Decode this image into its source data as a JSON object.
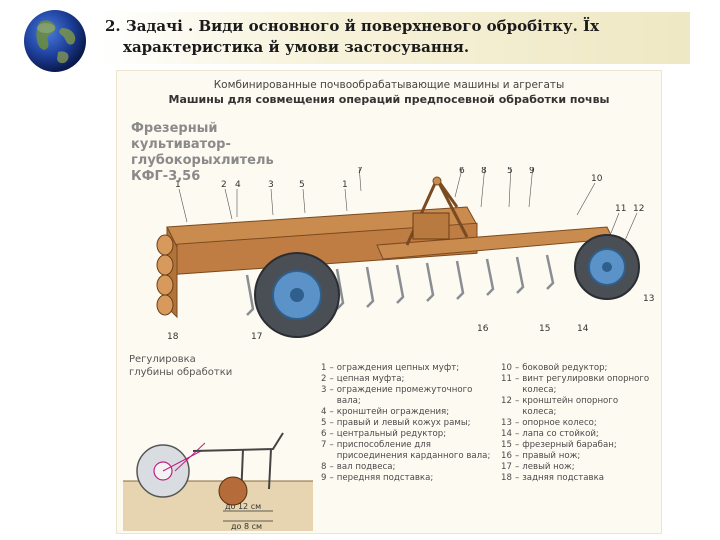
{
  "title": {
    "line1": "2. Задачі . Види основного й поверхневого обробітку. Їх",
    "line2": "характеристика й умови застосування."
  },
  "figure": {
    "header_line1": "Комбинированные почвообрабатывающие машины и агрегаты",
    "header_line2": "Машины для совмещения операций предпосевной обработки почвы",
    "machine_name": [
      "Фрезерный",
      "культиватор-глубокорыхлитель",
      "КФГ-3,56"
    ],
    "callouts_top": [
      "1",
      "2",
      "4",
      "3",
      "5",
      "1",
      "7",
      "6",
      "8",
      "5",
      "9",
      "10",
      "11",
      "12"
    ],
    "callouts_bottom": [
      "18",
      "17",
      "16",
      "15",
      "14",
      "13"
    ],
    "depth_title": [
      "Регулировка",
      "глубины обработки"
    ],
    "depth_labels": [
      "до 12 см",
      "до 8 см"
    ],
    "legend_left": [
      {
        "num": "1",
        "text": "ограждения цепных муфт;"
      },
      {
        "num": "2",
        "text": "цепная муфта;"
      },
      {
        "num": "3",
        "text": "ограждение промежуточного вала;"
      },
      {
        "num": "4",
        "text": "кронштейн ограждения;"
      },
      {
        "num": "5",
        "text": "правый и левый кожух рамы;"
      },
      {
        "num": "6",
        "text": "центральный редуктор;"
      },
      {
        "num": "7",
        "text": "приспособление для присоединения карданного вала;"
      },
      {
        "num": "8",
        "text": "вал подвеса;"
      },
      {
        "num": "9",
        "text": "передняя подставка;"
      }
    ],
    "legend_right": [
      {
        "num": "10",
        "text": "боковой редуктор;"
      },
      {
        "num": "11",
        "text": "винт регулировки опорного колеса;"
      },
      {
        "num": "12",
        "text": "кронштейн опорного колеса;"
      },
      {
        "num": "13",
        "text": "опорное колесо;"
      },
      {
        "num": "14",
        "text": "лапа со стойкой;"
      },
      {
        "num": "15",
        "text": "фрезерный барабан;"
      },
      {
        "num": "16",
        "text": "правый нож;"
      },
      {
        "num": "17",
        "text": "левый нож;"
      },
      {
        "num": "18",
        "text": "задняя подставка"
      }
    ]
  }
}
